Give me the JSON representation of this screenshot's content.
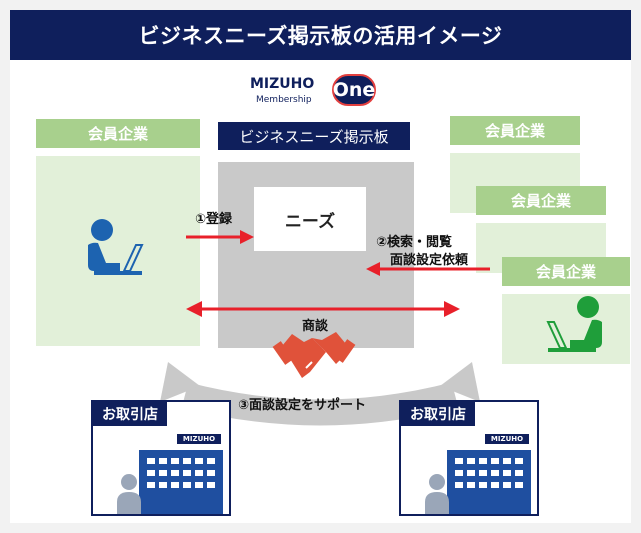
{
  "header": {
    "title": "ビジネスニーズ掲示板の活用イメージ"
  },
  "logo": {
    "brand": "MIZUHO",
    "sub": "Membership",
    "badge": "One"
  },
  "member_label": "会員企業",
  "board": {
    "title": "ビジネスニーズ掲示板",
    "needs": "ニーズ"
  },
  "steps": {
    "register": "①登録",
    "search_line1": "②検索・閲覧",
    "search_line2": "面談設定依頼",
    "meeting": "商談",
    "support": "③面談設定をサポート"
  },
  "branch": {
    "title": "お取引店",
    "bank_mark": "MIZUHO"
  },
  "colors": {
    "navy": "#0f1f5c",
    "green_label": "#a8d08d",
    "green_panel": "#e2f0d9",
    "board_gray": "#c9c9c9",
    "arrow_red": "#e8202a",
    "person_blue": "#1d63b0",
    "person_green": "#1f9e3a",
    "handshake": "#e0523a"
  },
  "icons": [
    "person-laptop-icon",
    "handshake-icon",
    "building-icon",
    "arrow-icon"
  ]
}
